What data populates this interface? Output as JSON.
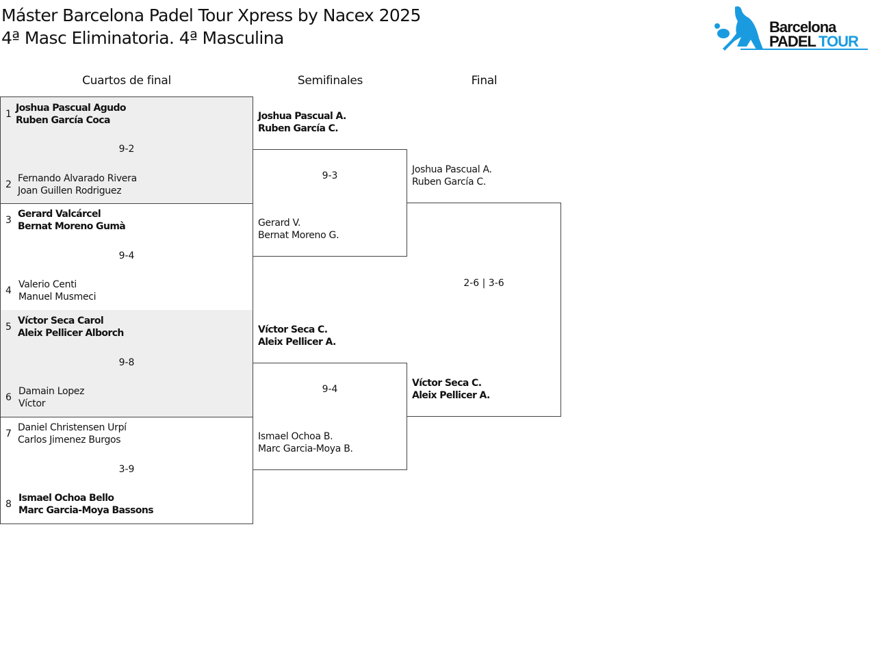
{
  "header": {
    "title_line1": "Máster Barcelona Padel Tour Xpress by Nacex 2025",
    "title_line2": "4ª Masc Eliminatoria. 4ª Masculina",
    "logo_text_1": "Barcelona",
    "logo_text_2": "PADEL",
    "logo_text_3": "TOUR"
  },
  "rounds": [
    "Cuartos de final",
    "Semifinales",
    "Final"
  ],
  "quarterfinals": [
    {
      "seed_a": "1",
      "a1": "Joshua Pascual Agudo",
      "a2": "Ruben García Coca",
      "score": "9-2",
      "seed_b": "2",
      "b1": "Fernando Alvarado Rivera",
      "b2": "Joan Guillen Rodriguez"
    },
    {
      "seed_a": "3",
      "a1": "Gerard Valcárcel",
      "a2": "Bernat Moreno Gumà",
      "score": "9-4",
      "seed_b": "4",
      "b1": "Valerio Centi",
      "b2": "Manuel Musmeci"
    },
    {
      "seed_a": "5",
      "a1": "Víctor Seca Carol",
      "a2": "Aleix Pellicer Alborch",
      "score": "9-8",
      "seed_b": "6",
      "b1": "Damain Lopez",
      "b2": "Víctor"
    },
    {
      "seed_a": "7",
      "a1": "Daniel Christensen Urpí",
      "a2": "Carlos Jimenez Burgos",
      "score": "3-9",
      "seed_b": "8",
      "b1": "Ismael Ochoa Bello",
      "b2": "Marc Garcia-Moya Bassons"
    }
  ],
  "semifinals": [
    {
      "a1": "Joshua Pascual A.",
      "a2": "Ruben García C.",
      "score": "9-3",
      "b1": "Gerard V.",
      "b2": "Bernat Moreno G."
    },
    {
      "a1": "Víctor Seca C.",
      "a2": "Aleix Pellicer A.",
      "score": "9-4",
      "b1": "Ismael Ochoa B.",
      "b2": "Marc Garcia-Moya B."
    }
  ],
  "final": {
    "a1": "Joshua Pascual A.",
    "a2": "Ruben García C.",
    "score": "2-6 | 3-6",
    "b1": "Víctor Seca C.",
    "b2": "Aleix Pellicer A."
  },
  "colors": {
    "brand": "#1a9be0",
    "shade": "#eeeeee"
  }
}
